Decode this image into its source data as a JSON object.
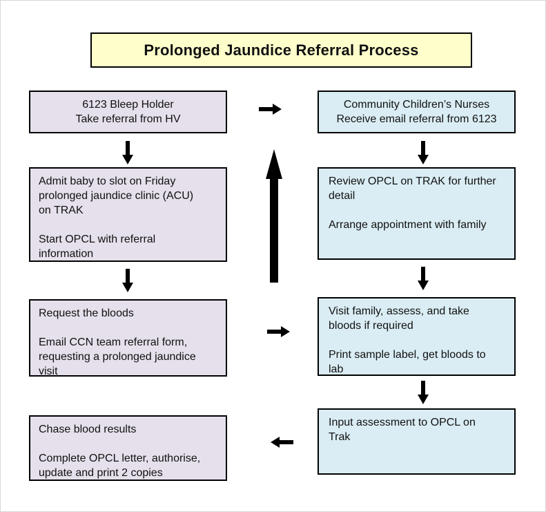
{
  "title": {
    "text": "Prolonged Jaundice Referral Process"
  },
  "colors": {
    "title_bg": "#FFFFCC",
    "left_box_bg": "#E5E0EB",
    "right_box_bg": "#DAEDF4",
    "border": "#000000",
    "arrow": "#000000",
    "page_bg": "#FFFFFF"
  },
  "flow": {
    "left": [
      {
        "id": "l1",
        "lines": [
          "6123 Bleep Holder",
          "Take referral from HV"
        ]
      },
      {
        "id": "l2",
        "paragraphs": [
          "Admit baby to slot on Friday prolonged jaundice clinic (ACU) on TRAK",
          "Start OPCL with referral information"
        ]
      },
      {
        "id": "l3",
        "paragraphs": [
          "Request the bloods",
          "Email CCN team referral form, requesting a prolonged jaundice visit"
        ]
      },
      {
        "id": "l4",
        "paragraphs": [
          "Chase blood results",
          "Complete OPCL letter, authorise, update and print 2 copies"
        ]
      }
    ],
    "right": [
      {
        "id": "r1",
        "lines": [
          "Community Children’s Nurses",
          "Receive email referral from 6123"
        ]
      },
      {
        "id": "r2",
        "paragraphs": [
          "Review OPCL on TRAK for further detail",
          "Arrange appointment with family"
        ]
      },
      {
        "id": "r3",
        "paragraphs": [
          "Visit family, assess, and take bloods if required",
          "Print sample label, get bloods to lab"
        ]
      },
      {
        "id": "r4",
        "paragraphs": [
          "Input assessment to OPCL on Trak"
        ]
      }
    ]
  },
  "connectors": [
    {
      "from": "l1",
      "to": "r1",
      "direction": "right"
    },
    {
      "from": "l1",
      "to": "l2",
      "direction": "down"
    },
    {
      "from": "r1",
      "to": "r2",
      "direction": "down"
    },
    {
      "from": "l2",
      "to": "l3",
      "direction": "down"
    },
    {
      "from": "r2",
      "to": "r3",
      "direction": "down"
    },
    {
      "from": "l3",
      "to": "r1",
      "direction": "up"
    },
    {
      "from": "l3",
      "to": "r3",
      "direction": "right"
    },
    {
      "from": "r3",
      "to": "r4",
      "direction": "down"
    },
    {
      "from": "r4",
      "to": "l4",
      "direction": "left"
    }
  ]
}
